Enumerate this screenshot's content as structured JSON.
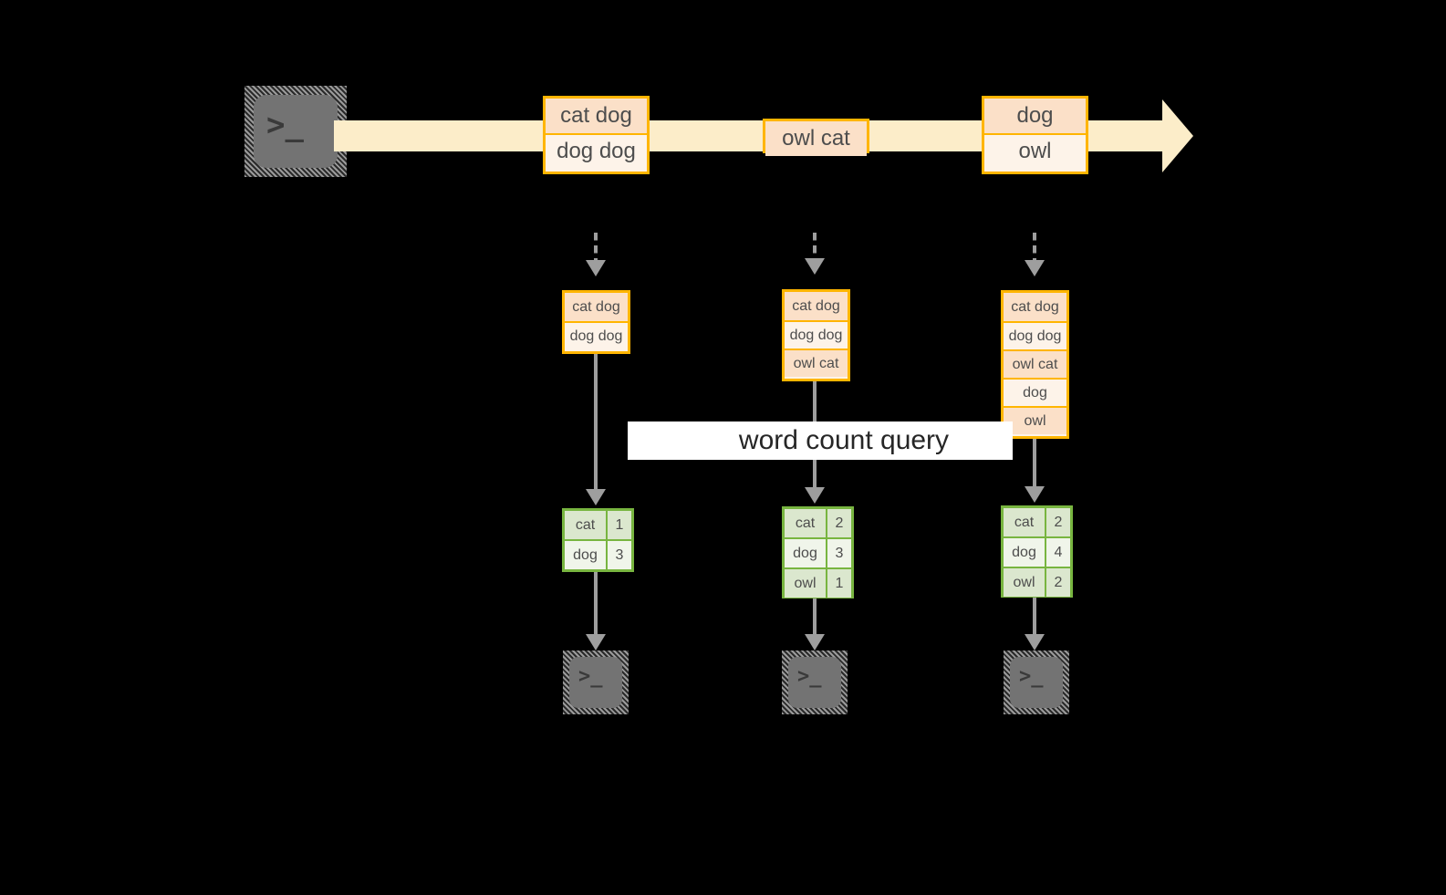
{
  "diagram": {
    "title": "word count query",
    "colors": {
      "background": "#000000",
      "record_border": "#FFB500",
      "record_fill_dark": "#FBE0C8",
      "record_fill_light": "#FDF3E9",
      "table_border": "#78B540",
      "table_fill_dark": "#DBE7CE",
      "table_fill_light": "#F0F5EA",
      "arrow_fill": "#FCEDC9",
      "connector": "#9E9E9E",
      "terminal_body": "#737373",
      "caption_band": "#FFFFFF"
    },
    "source": {
      "icon": "terminal-icon",
      "prompt": ">_"
    },
    "stream": {
      "icon": "right-arrow",
      "events": [
        {
          "id": "event-1",
          "lines": [
            "cat dog",
            "dog dog"
          ]
        },
        {
          "id": "event-2",
          "lines": [
            "owl cat"
          ]
        },
        {
          "id": "event-3",
          "lines": [
            "dog",
            "owl"
          ]
        }
      ]
    },
    "snapshots": [
      {
        "id": "snapshot-1",
        "lines": [
          "cat dog",
          "dog dog"
        ],
        "result": {
          "rows": [
            {
              "word": "cat",
              "count": "1"
            },
            {
              "word": "dog",
              "count": "3"
            }
          ]
        },
        "sink": {
          "icon": "terminal-icon",
          "prompt": ">_"
        }
      },
      {
        "id": "snapshot-2",
        "lines": [
          "cat dog",
          "dog dog",
          "owl cat"
        ],
        "result": {
          "rows": [
            {
              "word": "cat",
              "count": "2"
            },
            {
              "word": "dog",
              "count": "3"
            },
            {
              "word": "owl",
              "count": "1"
            }
          ]
        },
        "sink": {
          "icon": "terminal-icon",
          "prompt": ">_"
        }
      },
      {
        "id": "snapshot-3",
        "lines": [
          "cat dog",
          "dog dog",
          "owl cat",
          "dog",
          "owl"
        ],
        "result": {
          "rows": [
            {
              "word": "cat",
              "count": "2"
            },
            {
              "word": "dog",
              "count": "4"
            },
            {
              "word": "owl",
              "count": "2"
            }
          ]
        },
        "sink": {
          "icon": "terminal-icon",
          "prompt": ">_"
        }
      }
    ]
  }
}
